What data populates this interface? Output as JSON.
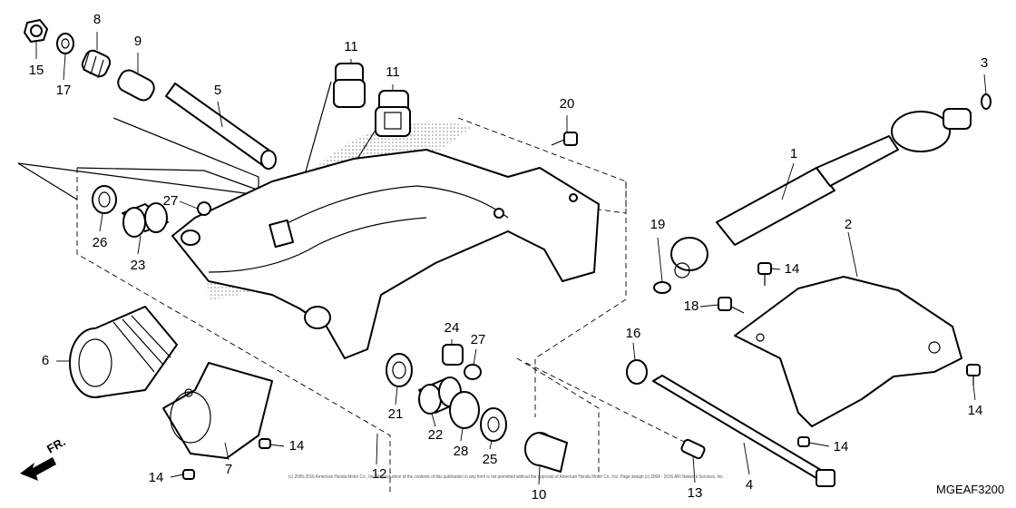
{
  "callouts": [
    {
      "id": "c15",
      "text": "15"
    },
    {
      "id": "c17",
      "text": "17"
    },
    {
      "id": "c8",
      "text": "8"
    },
    {
      "id": "c9",
      "text": "9"
    },
    {
      "id": "c5",
      "text": "5"
    },
    {
      "id": "c11a",
      "text": "11"
    },
    {
      "id": "c11b",
      "text": "11"
    },
    {
      "id": "c20",
      "text": "20"
    },
    {
      "id": "c3",
      "text": "3"
    },
    {
      "id": "c1",
      "text": "1"
    },
    {
      "id": "c27a",
      "text": "27"
    },
    {
      "id": "c26",
      "text": "26"
    },
    {
      "id": "c23",
      "text": "23"
    },
    {
      "id": "c19",
      "text": "19"
    },
    {
      "id": "c2",
      "text": "2"
    },
    {
      "id": "c14a",
      "text": "14"
    },
    {
      "id": "c18",
      "text": "18"
    },
    {
      "id": "c6",
      "text": "6"
    },
    {
      "id": "c24",
      "text": "24"
    },
    {
      "id": "c27b",
      "text": "27"
    },
    {
      "id": "c16",
      "text": "16"
    },
    {
      "id": "c21",
      "text": "21"
    },
    {
      "id": "c22",
      "text": "22"
    },
    {
      "id": "c28",
      "text": "28"
    },
    {
      "id": "c25",
      "text": "25"
    },
    {
      "id": "c14b",
      "text": "14"
    },
    {
      "id": "c7",
      "text": "7"
    },
    {
      "id": "c12",
      "text": "12"
    },
    {
      "id": "c14c",
      "text": "14"
    },
    {
      "id": "c10",
      "text": "10"
    },
    {
      "id": "c13",
      "text": "13"
    },
    {
      "id": "c4",
      "text": "4"
    },
    {
      "id": "c14d",
      "text": "14"
    },
    {
      "id": "c14e",
      "text": "14"
    }
  ],
  "direction_label": "FR.",
  "diagram_code": "MGEAF3200",
  "copyright": "(c) 2005-2016 American Honda Motor Co., Inc. Reproduction of the contents of this publication in any form is not permitted without the approval of American Honda Motor Co., Inc. Page design (c) 2004 - 2016 ARI Network Services, Inc."
}
